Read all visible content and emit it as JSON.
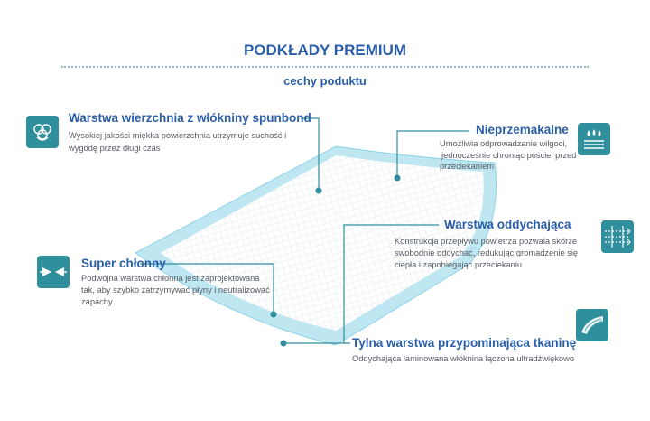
{
  "header": {
    "title": "PODKŁADY PREMIUM",
    "subtitle": "cechy poduktu"
  },
  "features": {
    "top_layer": {
      "title": "Warstwa wierzchnia z włókniny spunbond",
      "desc_line1": "Wysokiej jakości miękka powierzchnia utrzymuje suchość i",
      "desc_line2": "wygodę przez długi czas",
      "icon": "cotton-flower-icon"
    },
    "waterproof": {
      "title": "Nieprzemakalne",
      "desc_line1": "Umożliwia odprowadzanie wilgoci,",
      "desc_line2": "jednocześnie chroniąc pościel przed",
      "desc_line3": "przeciekaniem",
      "icon": "water-drops-icon"
    },
    "breathable": {
      "title": "Warstwa oddychająca",
      "desc_line1": "Konstrukcja przepływu powietrza pozwala skórze",
      "desc_line2": "swobodnie oddychać, redukując gromadzenie się",
      "desc_line3": "ciepła i zapobiegając przeciekaniu",
      "icon": "airflow-arrows-icon"
    },
    "absorbent": {
      "title": "Super chłonny",
      "desc_line1": "Podwójna warstwa chłonna jest zaprojektowana",
      "desc_line2": "tak, aby szybko zatrzymywać płyny i neutralizować",
      "desc_line3": "zapachy",
      "icon": "compress-arrows-icon"
    },
    "back_layer": {
      "title": "Tylna warstwa przypominająca tkaninę",
      "desc_line1": "Oddychająca laminowana włóknina łączona ultradźwiękowo",
      "icon": "fabric-wave-icon"
    }
  },
  "colors": {
    "heading": "#2b5ea8",
    "icon_bg": "#2f8f9d",
    "pad_border": "#8fd3e6",
    "leader_line": "#2f8f9d"
  }
}
